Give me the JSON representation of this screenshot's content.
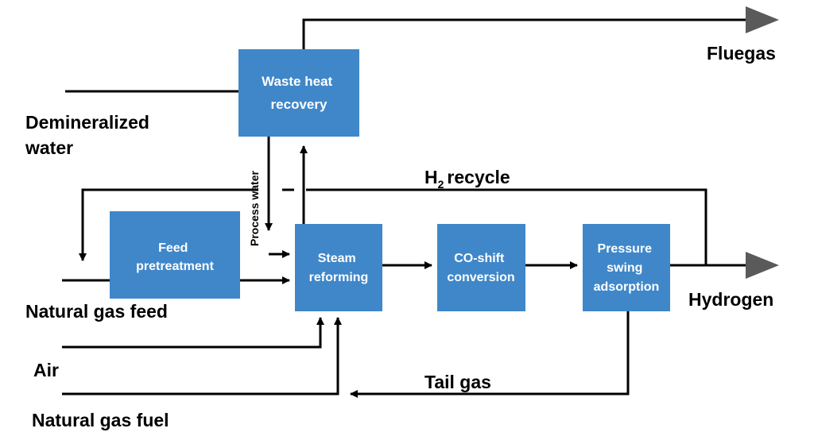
{
  "colors": {
    "box_fill": "#3f87c9",
    "line": "#000000",
    "outlet_arrow": "#5a5a5a"
  },
  "boxes": {
    "waste_heat": [
      "Waste heat",
      "recovery"
    ],
    "feed_pretreatment": [
      "Feed",
      "pretreatment"
    ],
    "steam_reforming": [
      "Steam",
      "reforming"
    ],
    "co_shift": [
      "CO-shift",
      "conversion"
    ],
    "psa": [
      "Pressure",
      "swing",
      "adsorption"
    ]
  },
  "streams": {
    "fluegas": "Fluegas",
    "demineralized_water": [
      "Demineralized",
      "water"
    ],
    "h2_recycle": "recycle",
    "h2_symbol": "H",
    "h2_subscript": "2",
    "process_water": "Process water",
    "natural_gas_feed": "Natural gas feed",
    "hydrogen": "Hydrogen",
    "air": "Air",
    "tail_gas": "Tail gas",
    "natural_gas_fuel": "Natural gas fuel"
  }
}
